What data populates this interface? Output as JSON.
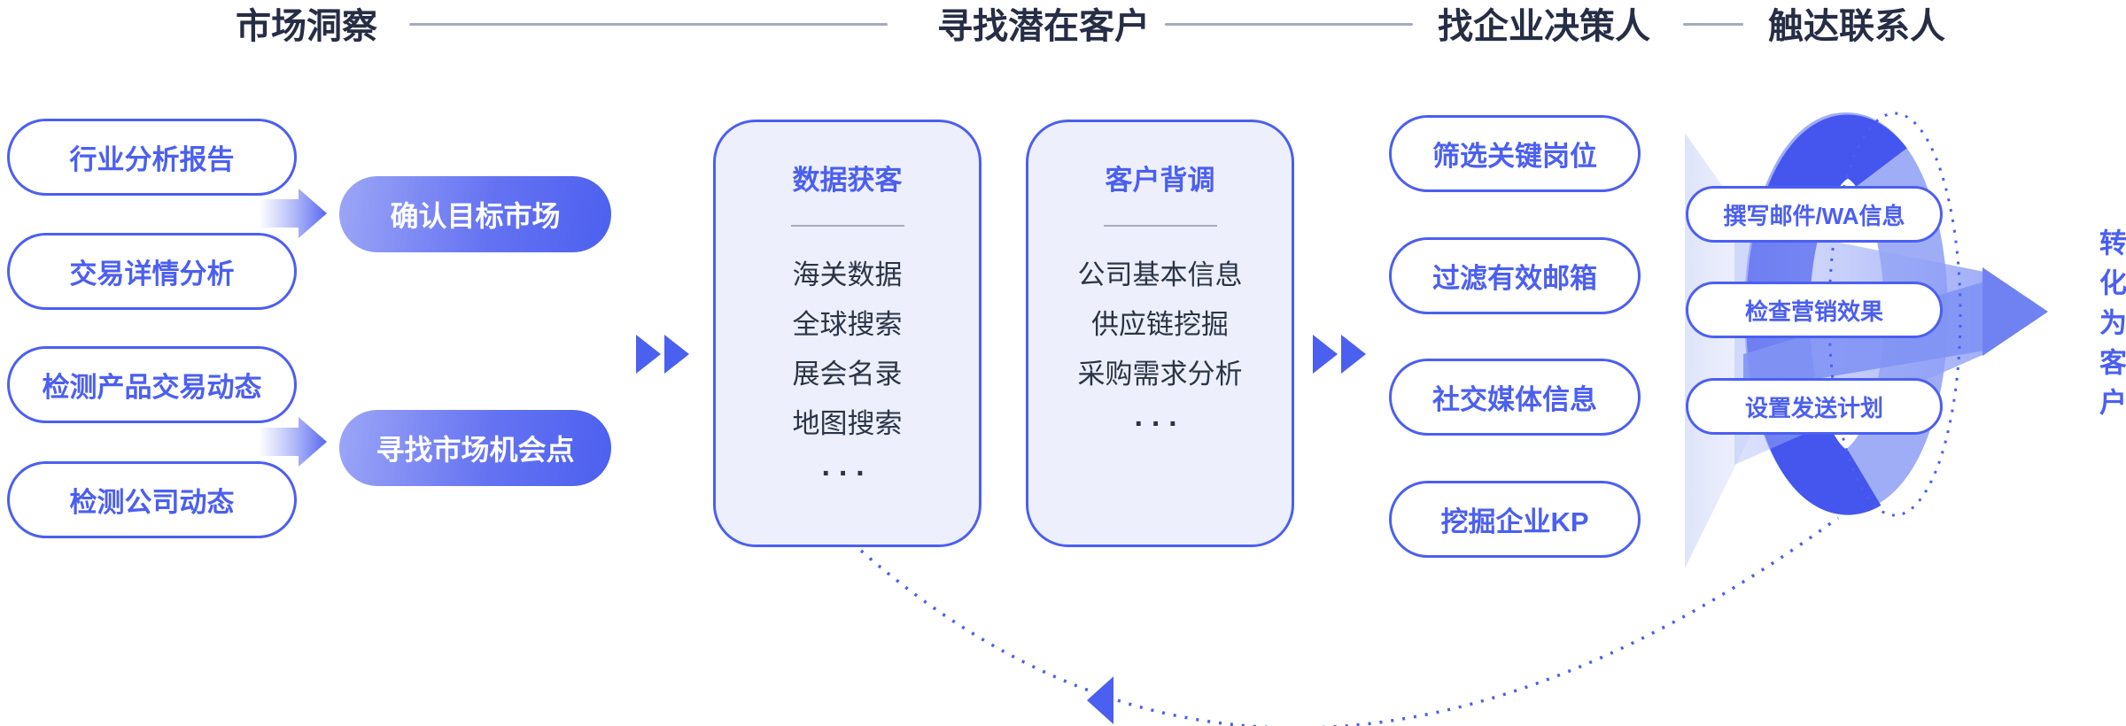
{
  "stages": [
    {
      "label": "市场洞察"
    },
    {
      "label": "寻找潜在客户"
    },
    {
      "label": "找企业决策人"
    },
    {
      "label": "触达联系人"
    }
  ],
  "market_insight": {
    "inputs": [
      "行业分析报告",
      "交易详情分析",
      "检测产品交易动态",
      "检测公司动态"
    ],
    "goals": [
      "确认目标市场",
      "寻找市场机会点"
    ]
  },
  "prospect_cards": [
    {
      "title": "数据获客",
      "items": [
        "海关数据",
        "全球搜索",
        "展会名录",
        "地图搜索",
        "···"
      ]
    },
    {
      "title": "客户背调",
      "items": [
        "公司基本信息",
        "供应链挖掘",
        "采购需求分析",
        "···"
      ]
    }
  ],
  "decision_pills": [
    "筛选关键岗位",
    "过滤有效邮箱",
    "社交媒体信息",
    "挖掘企业KP"
  ],
  "outreach_pills": [
    "撰写邮件/WA信息",
    "检查营销效果",
    "设置发送计划"
  ],
  "result_label": "转化为客户",
  "icons": {
    "merge_arrow": "merge-arrow-icon",
    "fast_forward": "fast-forward-icon",
    "loop_ribbon": "loop-ribbon-icon",
    "convert_arrow": "convert-arrow-icon",
    "return_arrow": "return-dotted-arrow-icon"
  },
  "colors": {
    "accent": "#4b5ff1",
    "heading_text": "#262d45",
    "dark_text": "#2b3347",
    "line_gray": "#a6abba",
    "card_bg": "#edf0fc",
    "ring_dark": "#4456ee",
    "ring_light": "#9fadf7",
    "arrow_fill": "#7082f2",
    "goal_gradient_start": "#9ca6f6",
    "goal_gradient_end": "#4c60f0"
  }
}
